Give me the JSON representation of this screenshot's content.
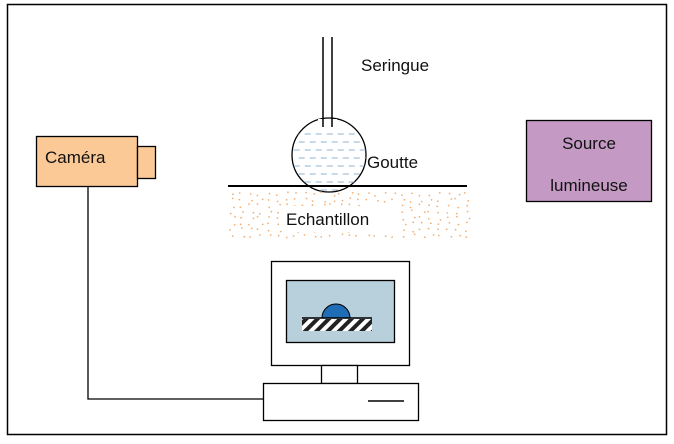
{
  "labels": {
    "syringe": "Seringue",
    "drop": "Goutte",
    "sample": "Echantillon",
    "camera": "Caméra",
    "light_source_line1": "Source",
    "light_source_line2": "lumineuse"
  },
  "colors": {
    "frame": "#000000",
    "camera_fill": "#fbc996",
    "light_source_fill": "#c49ac4",
    "screen_fill": "#b8cfdc",
    "drop_dash": "#8fb0d2",
    "monitor_drop": "#1f6eb5",
    "sample_dots": "#f0b27a",
    "background": "#ffffff"
  },
  "icons": {
    "camera": "camera-icon",
    "syringe": "syringe-icon",
    "drop": "droplet-icon",
    "monitor": "monitor-icon",
    "computer": "computer-icon",
    "light_source": "light-source-icon"
  }
}
